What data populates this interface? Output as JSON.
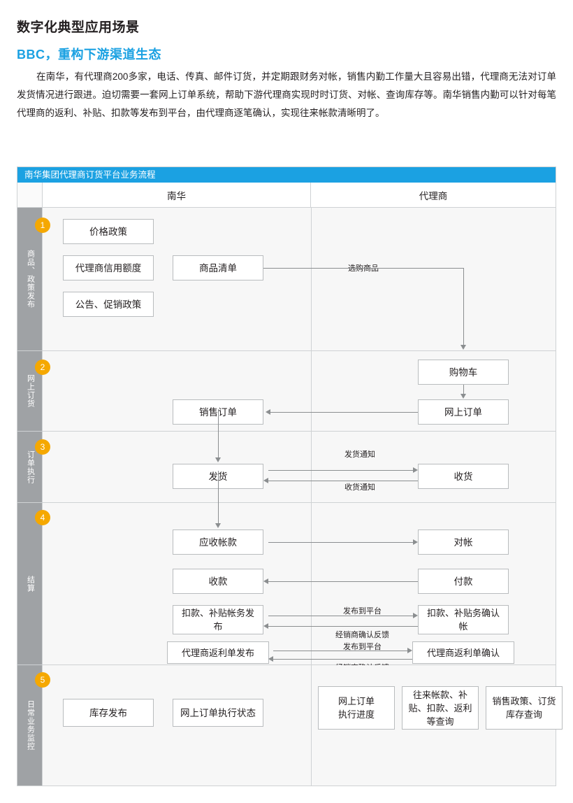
{
  "headings": {
    "title": "数字化典型应用场景",
    "subtitle": "BBC，重构下游渠道生态"
  },
  "paragraph": "在南华，有代理商200多家，电话、传真、邮件订货，并定期跟财务对帐，销售内勤工作量大且容易出错，代理商无法对订单发货情况进行跟进。迫切需要一套网上订单系统，帮助下游代理商实现时时订货、对帐、查询库存等。南华销售内勤可以针对每笔代理商的返利、补贴、扣款等发布到平台，由代理商逐笔确认，实现往来帐款清晰明了。",
  "diagram": {
    "title": "南华集团代理商订货平台业务流程",
    "columns": {
      "left": "南华",
      "right": "代理商"
    },
    "colors": {
      "brand_blue": "#1ba1e2",
      "step_orange": "#f5a800",
      "rail_gray": "#9fa2a5",
      "band_bg": "#f7f7f7"
    },
    "bands": [
      {
        "step": "1",
        "rail": "商品、政策发布",
        "boxes": [
          {
            "id": "b1-price",
            "text": "价格政策"
          },
          {
            "id": "b1-credit",
            "text": "代理商信用额度"
          },
          {
            "id": "b1-promo",
            "text": "公告、促销政策"
          },
          {
            "id": "b1-list",
            "text": "商品清单"
          }
        ],
        "labels": [
          {
            "id": "l1",
            "text": "选购商品"
          }
        ]
      },
      {
        "step": "2",
        "rail": "网上订货",
        "boxes": [
          {
            "id": "b2-cart",
            "text": "购物车"
          },
          {
            "id": "b2-online-order",
            "text": "网上订单"
          },
          {
            "id": "b2-sales-order",
            "text": "销售订单"
          }
        ],
        "labels": []
      },
      {
        "step": "3",
        "rail": "订单执行",
        "boxes": [
          {
            "id": "b3-ship",
            "text": "发货"
          },
          {
            "id": "b3-receive",
            "text": "收货"
          }
        ],
        "labels": [
          {
            "id": "l3a",
            "text": "发货通知"
          },
          {
            "id": "l3b",
            "text": "收货通知"
          }
        ]
      },
      {
        "step": "4",
        "rail": "结算",
        "boxes": [
          {
            "id": "b4-ar",
            "text": "应收帐款"
          },
          {
            "id": "b4-reconcile",
            "text": "对帐"
          },
          {
            "id": "b4-collect",
            "text": "收款"
          },
          {
            "id": "b4-pay",
            "text": "付款"
          },
          {
            "id": "b4-deduct-pub",
            "text": "扣款、补贴帐务发布"
          },
          {
            "id": "b4-deduct-confirm",
            "text": "扣款、补贴务确认帐"
          },
          {
            "id": "b4-rebate-pub",
            "text": "代理商返利单发布"
          },
          {
            "id": "b4-rebate-confirm",
            "text": "代理商返利单确认"
          }
        ],
        "labels": [
          {
            "id": "l4a",
            "text": "发布到平台"
          },
          {
            "id": "l4b",
            "text": "经销商确认反馈"
          },
          {
            "id": "l4c",
            "text": "发布到平台"
          },
          {
            "id": "l4d",
            "text": "经销商确认反馈"
          }
        ]
      },
      {
        "step": "5",
        "rail": "日常业务监控",
        "boxes": [
          {
            "id": "b5-stock",
            "text": "库存发布"
          },
          {
            "id": "b5-order-status",
            "text": "网上订单执行状态"
          },
          {
            "id": "b5-progress",
            "text": "网上订单\n执行进度"
          },
          {
            "id": "b5-query",
            "text": "往来帐款、补贴、扣款、返利等查询"
          },
          {
            "id": "b5-policy",
            "text": "销售政策、订货库存查询"
          }
        ],
        "labels": []
      }
    ]
  }
}
